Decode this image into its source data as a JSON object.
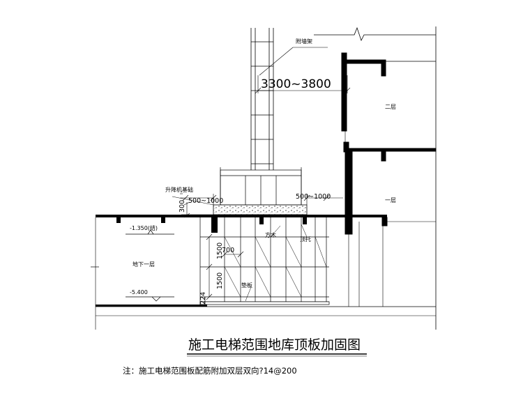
{
  "title": "施工电梯范围地库顶板加固图",
  "note": "注：施工电梯范围板配筋附加双层双向?14@200",
  "labels": {
    "wall_tie": "附墙架",
    "floor2": "二层",
    "floor1": "一层",
    "basement": "地下一层",
    "hoist_foundation": "升降机基础",
    "timber": "方木",
    "top_support": "顶托",
    "base_plate": "垫板"
  },
  "elevations": {
    "top_slab": "-1.350(结)",
    "basement_floor": "-5.400"
  },
  "dimensions": {
    "tie_length": "3300~3800",
    "left_extent": "500~1000",
    "right_extent": "500~1000",
    "foundation_thickness": "300",
    "pole_spacing_h": "700",
    "step_upper": "1500",
    "step_lower": "1500",
    "bottom_gap": "224"
  }
}
